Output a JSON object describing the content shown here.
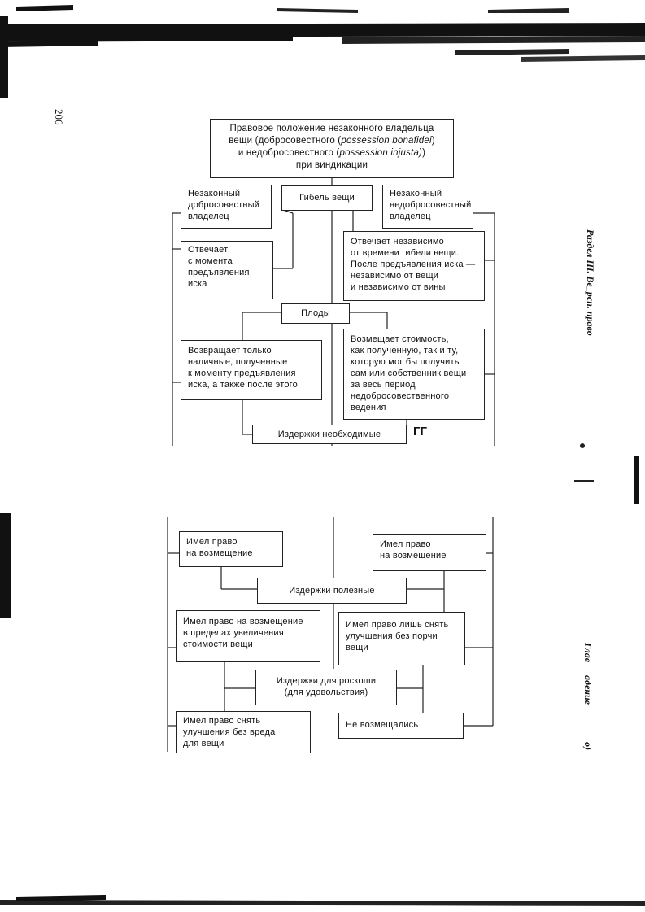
{
  "page_number": "206",
  "margin": {
    "section": "Раздел III. Ве_рсп. право",
    "chapter_a": "Глав",
    "chapter_b": "адение",
    "chapter_c": "о)"
  },
  "diagram": {
    "title": {
      "line1": "Правовое положение незаконного владельца",
      "line2_a": "вещи (добросовестного (",
      "line2_b": "possession bonafidei",
      "line2_c": ")",
      "line3_a": "и недобросовестного (",
      "line3_b": "possession injusta)",
      "line3_c": ")",
      "line4": "при виндикации"
    },
    "good_faith_owner": "Незаконный\nдобросовестный\nвладелец",
    "loss_of_thing": "Гибель вещи",
    "bad_faith_owner": "Незаконный\nнедобросовестный\nвладелец",
    "liable_from_claim": "Отвечает\nс момента\nпредъявления\nиска",
    "liable_regardless": "Отвечает независимо\nот времени гибели вещи.\nПосле предъявления иска —\nнезависимо от вещи\nи независимо от вины",
    "fruits": "Плоды",
    "returns_only": "Возвращает только\nналичные, полученные\nк моменту предъявления\nиска, а также после этого",
    "compensates_value": "Возмещает стоимость,\nкак полученную, так и ту,\nкоторую мог бы получить\nсам или собственник вещи\nза весь период\nнедобросовественного\nведения",
    "necessary_expenses": "Издержки необходимые",
    "stray_mark": "ГГ",
    "had_right_left": "Имел право\nна возмещение",
    "had_right_right": "Имел право\nна возмещение",
    "useful_expenses": "Издержки полезные",
    "right_within_increase": "Имел право на возмещение\nв пределах увеличения\nстоимости вещи",
    "right_remove_no_damage": "Имел право лишь снять\nулучшения без порчи\nвещи",
    "luxury_expenses": "Издержки для роскоши\n(для удовольствия)",
    "right_remove_no_harm": "Имел право снять\nулучшения без вреда\nдля вещи",
    "not_compensated": "Не возмещались"
  }
}
